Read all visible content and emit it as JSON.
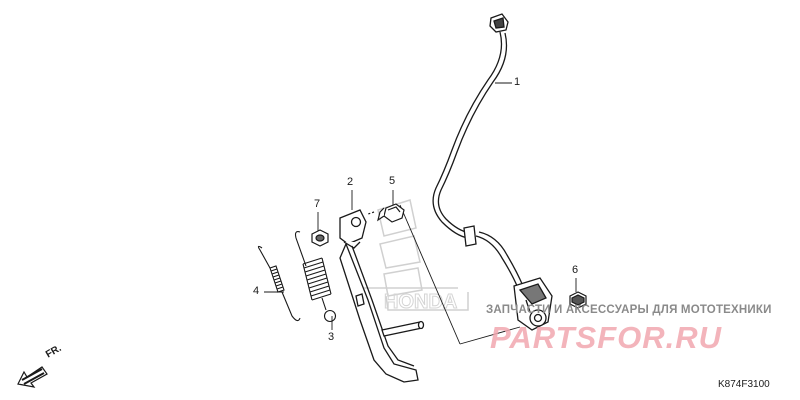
{
  "diagram": {
    "callouts": [
      {
        "id": "1",
        "label": "1",
        "part": "side-stand-switch"
      },
      {
        "id": "2",
        "label": "2",
        "part": "side-stand"
      },
      {
        "id": "3",
        "label": "3",
        "part": "inner-spring"
      },
      {
        "id": "4",
        "label": "4",
        "part": "outer-spring"
      },
      {
        "id": "5",
        "label": "5",
        "part": "pivot-bolt"
      },
      {
        "id": "6",
        "label": "6",
        "part": "switch-bolt"
      },
      {
        "id": "7",
        "label": "7",
        "part": "lock-nut"
      }
    ],
    "direction_label": "FR.",
    "diagram_code": "K874F3100",
    "watermark": {
      "text": "ЗАПЧАСТИ И АКСЕССУАРЫ ДЛЯ МОТОТЕХНИКИ",
      "logo_text": "PARTSFOR.RU",
      "logo_color": "#f2a7b0",
      "text_color": "#8a8a8a",
      "background_logo_text": "HONDA",
      "background_logo_color": "#d4d4d4"
    }
  }
}
